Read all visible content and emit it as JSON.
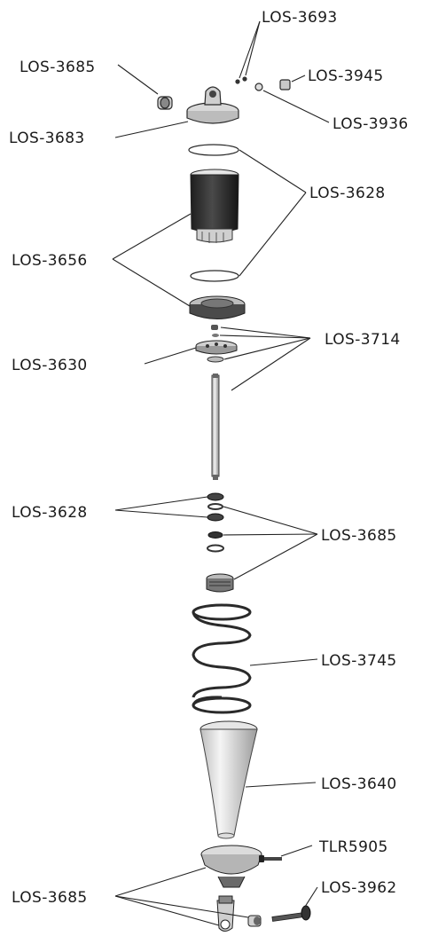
{
  "labels": {
    "los3693": "LOS-3693",
    "los3685_top": "LOS-3685",
    "los3945": "LOS-3945",
    "los3683": "LOS-3683",
    "los3936": "LOS-3936",
    "los3628_top": "LOS-3628",
    "los3656": "LOS-3656",
    "los3714": "LOS-3714",
    "los3630": "LOS-3630",
    "los3628_mid": "LOS-3628",
    "los3685_mid": "LOS-3685",
    "los3745": "LOS-3745",
    "los3640": "LOS-3640",
    "tlr5905": "TLR5905",
    "los3962": "LOS-3962",
    "los3685_bot": "LOS-3685"
  },
  "colors": {
    "ink": "#1a1a1a",
    "body_dark": "#2b2b2b",
    "metal_light": "#d8d8d8",
    "boot_gray": "#c9c9c9"
  }
}
